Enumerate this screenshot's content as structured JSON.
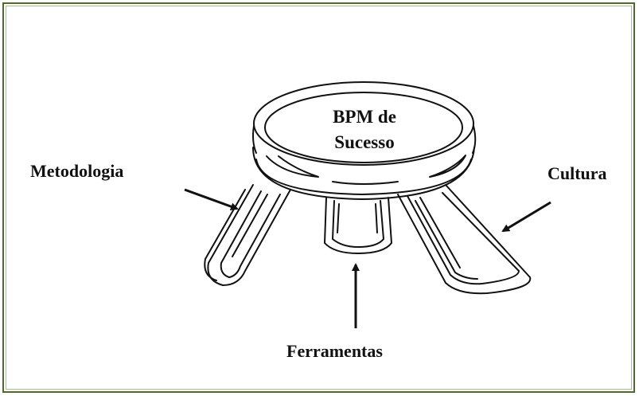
{
  "diagram": {
    "center_label_line1": "BPM de",
    "center_label_line2": "Sucesso",
    "left_label": "Metodologia",
    "right_label": "Cultura",
    "bottom_label": "Ferramentas",
    "frame_color": "#4e6b2c"
  }
}
